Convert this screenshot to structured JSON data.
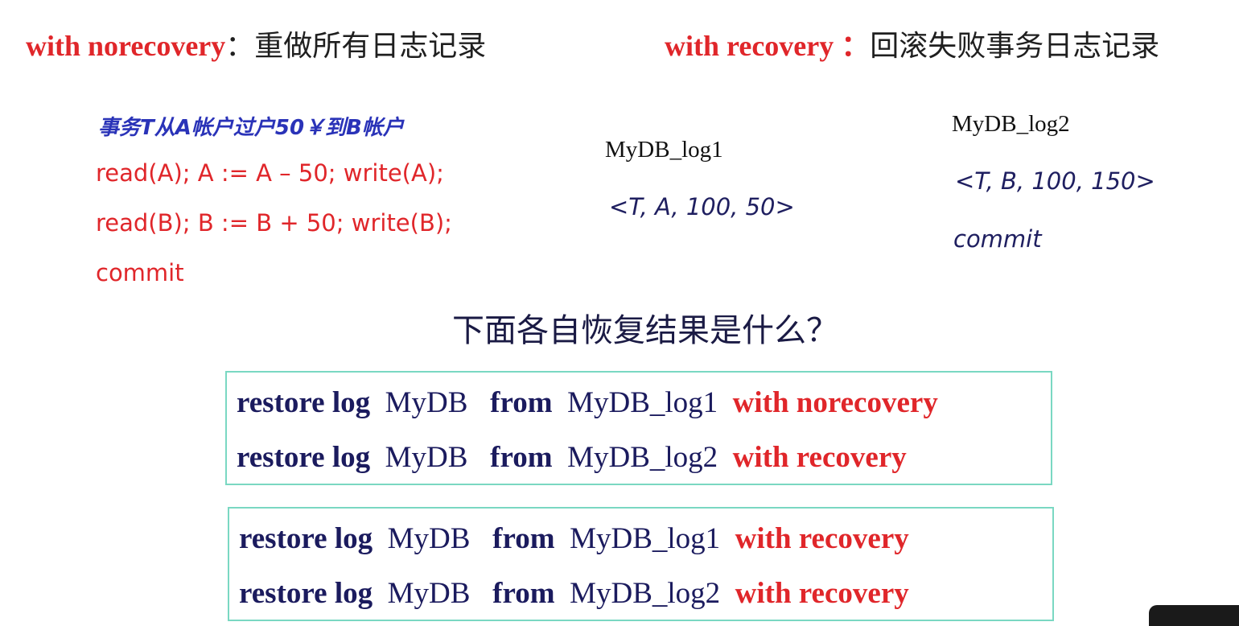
{
  "header": {
    "left_option": "with norecovery",
    "left_sep": "：",
    "left_desc": "重做所有日志记录",
    "right_option": "with recovery",
    "right_sep": " ：",
    "right_desc": "回滚失败事务日志记录"
  },
  "transaction": {
    "title": "事务T从A帐户过户50￥到B帐户",
    "lines": [
      "read(A); A := A – 50;  write(A);",
      "read(B); B := B + 50;  write(B);",
      "commit"
    ]
  },
  "log1": {
    "name": "MyDB_log1",
    "record": "<T, A,  100, 50>"
  },
  "log2": {
    "name": "MyDB_log2",
    "record": "<T, B,  100, 150>",
    "commit": "commit"
  },
  "question": "下面各自恢复结果是什么？",
  "scenarios": [
    {
      "commands": [
        {
          "keyword": "restore log",
          "db": "MyDB",
          "from": "from",
          "source": "MyDB_log1",
          "option": "with norecovery"
        },
        {
          "keyword": "restore log",
          "db": "MyDB",
          "from": "from",
          "source": "MyDB_log2",
          "option": "with recovery"
        }
      ]
    },
    {
      "commands": [
        {
          "keyword": "restore log",
          "db": "MyDB",
          "from": "from",
          "source": "MyDB_log1",
          "option": "with recovery"
        },
        {
          "keyword": "restore log",
          "db": "MyDB",
          "from": "from",
          "source": "MyDB_log2",
          "option": "with recovery"
        }
      ]
    }
  ],
  "colors": {
    "red": "#e0262a",
    "navy": "#1b1b5e",
    "blue_title": "#2a33b8",
    "box_border": "#7ad8c2"
  }
}
